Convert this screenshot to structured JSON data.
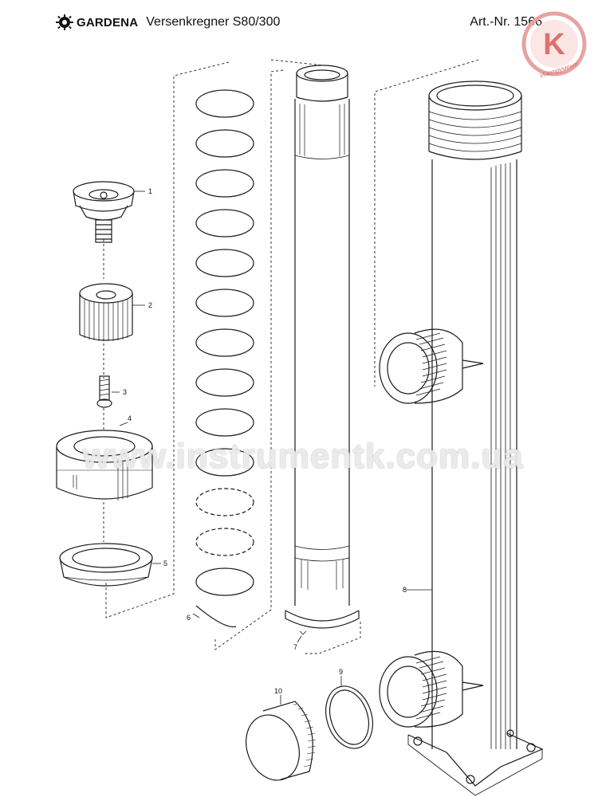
{
  "header": {
    "brand": "GARDENA",
    "product": "Versenkregner S80/300",
    "article": "Art.-Nr. 1566"
  },
  "stamp": {
    "letter": "K",
    "text": "Инструмент"
  },
  "watermark": "www.instrumentk.com.ua",
  "callouts": [
    "1",
    "2",
    "3",
    "4",
    "5",
    "6",
    "7",
    "8",
    "9",
    "10"
  ],
  "colors": {
    "line": "#1a1a1a",
    "stamp": "#d9534f"
  }
}
